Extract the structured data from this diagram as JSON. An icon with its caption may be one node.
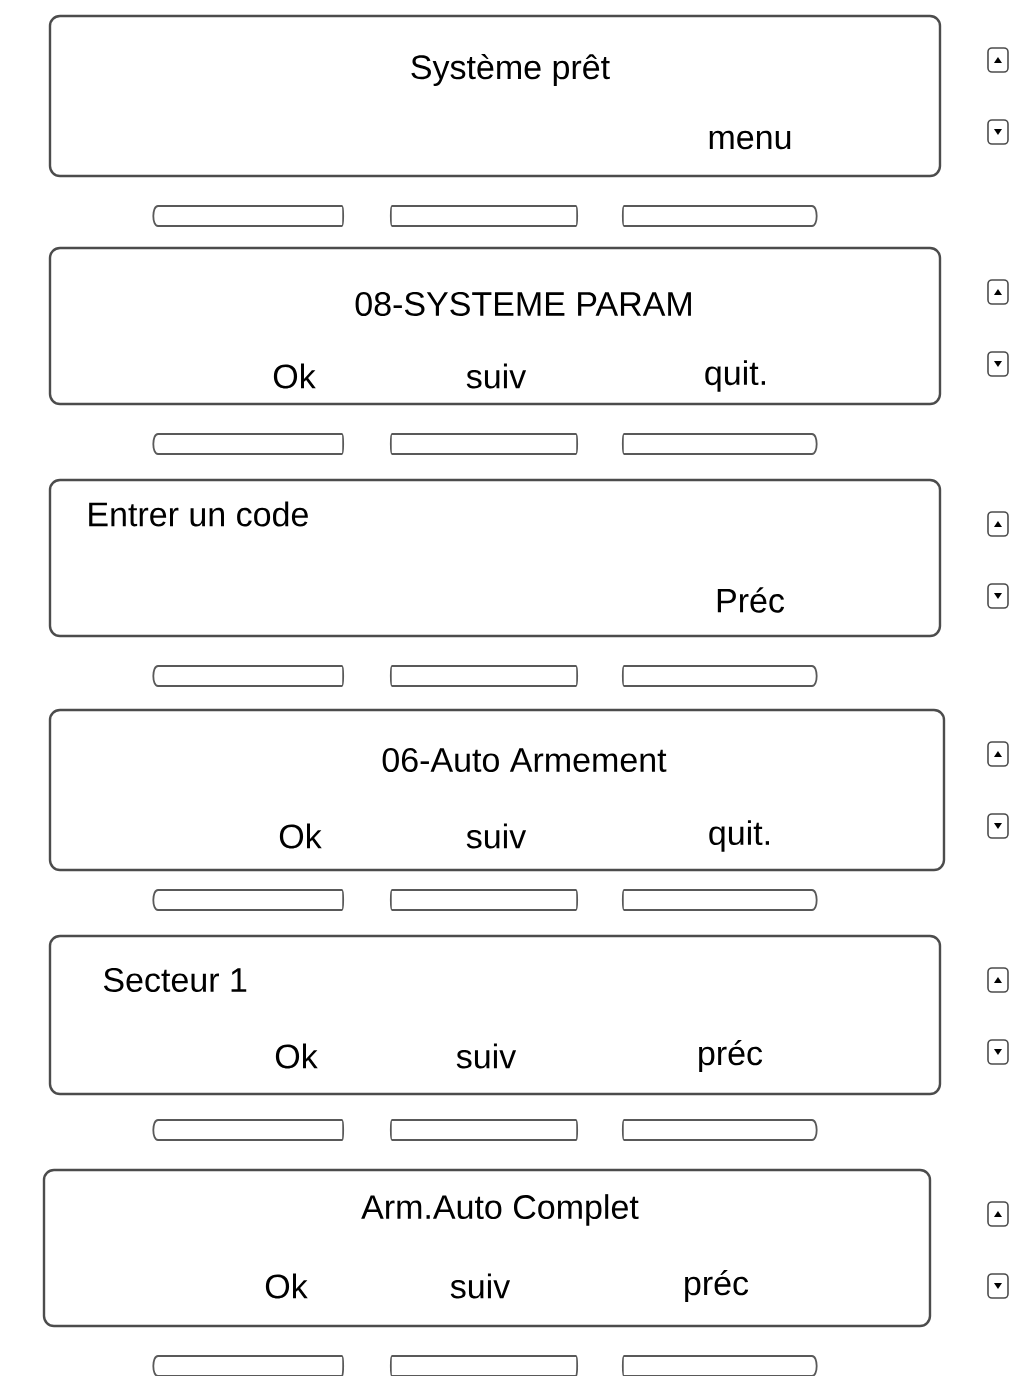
{
  "diagram": {
    "nodes": [
      {
        "text": [
          "Système prêt",
          "menu"
        ]
      },
      {
        "text": [
          "08-SYSTEME PARAM",
          "Ok",
          "suiv",
          "quit."
        ]
      },
      {
        "text": [
          "Entrer un code",
          "Préc"
        ]
      },
      {
        "text": [
          "06-Auto Armement",
          "Ok",
          "suiv",
          "quit."
        ]
      },
      {
        "text": [
          "Secteur 1",
          "Ok",
          "suiv",
          "préc"
        ]
      },
      {
        "text": [
          "Arm.Auto Complet",
          "Ok",
          "suiv",
          "préc"
        ]
      }
    ]
  }
}
